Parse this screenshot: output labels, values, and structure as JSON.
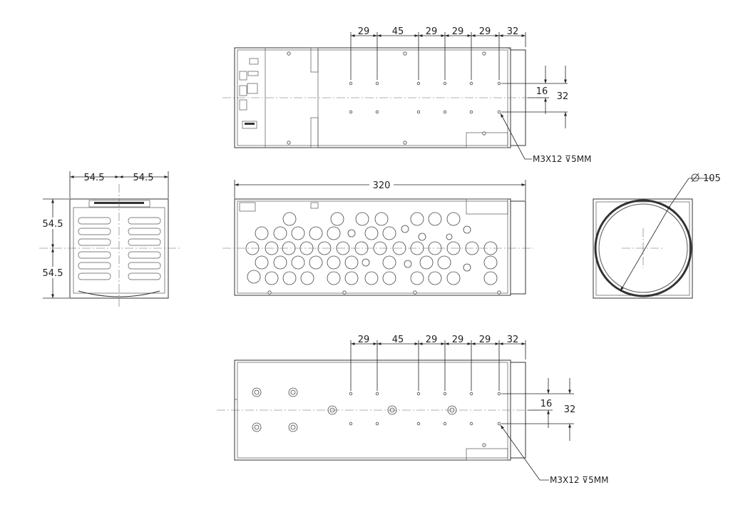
{
  "top_view": {
    "spacing_dims": [
      "29",
      "45",
      "29",
      "29",
      "29",
      "32"
    ],
    "vertical_dims": [
      "16",
      "32"
    ],
    "callout": "M3X12 ⊽5MM"
  },
  "front_view": {
    "width_dims": [
      "54.5",
      "54.5"
    ],
    "height_dims": [
      "54.5",
      "54.5"
    ]
  },
  "side_view": {
    "length_dim": "320"
  },
  "lens_view": {
    "diameter_dim": "105"
  },
  "bottom_view": {
    "spacing_dims": [
      "29",
      "45",
      "29",
      "29",
      "29",
      "32"
    ],
    "vertical_dims": [
      "16",
      "32"
    ],
    "callout": "M3X12 ⊽5MM"
  }
}
